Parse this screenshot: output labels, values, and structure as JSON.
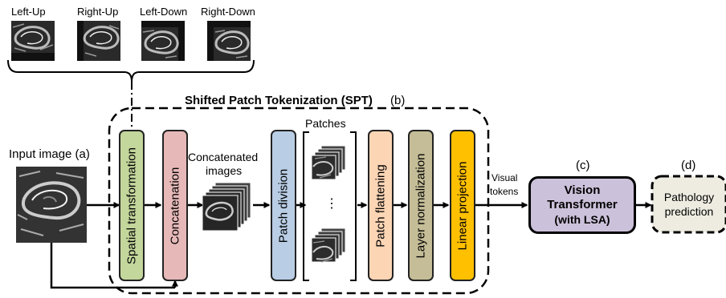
{
  "shifts": [
    "Left-Up",
    "Right-Up",
    "Left-Down",
    "Right-Down"
  ],
  "spt_title": "Shifted Patch Tokenization (SPT)",
  "spt_tag": "(b)",
  "input_label": "Input image (a)",
  "blocks": {
    "spatial": "Spatial transformation",
    "concat": "Concatenation",
    "patch_division": "Patch division",
    "flattening": "Patch flattening",
    "layer_norm": "Layer normalization",
    "linear": "Linear projection"
  },
  "concatenated_label": [
    "Concatenated",
    "images"
  ],
  "patches_label": "Patches",
  "ellipsis": "⋮",
  "visual_tokens": [
    "Visual",
    "tokens"
  ],
  "vit": {
    "tag": "(c)",
    "lines": [
      "Vision",
      "Transformer",
      "(with LSA)"
    ]
  },
  "pathology": {
    "tag": "(d)",
    "lines": [
      "Pathology",
      "prediction"
    ]
  },
  "colors": {
    "spatial": "#c3d69b",
    "concat": "#e6b9b8",
    "patch_division": "#b9cde5",
    "flattening": "#fcd5b5",
    "layer_norm": "#c4bd97",
    "linear": "#ffc000",
    "vit": "#ccc1da",
    "pathology": "#eeece1"
  }
}
